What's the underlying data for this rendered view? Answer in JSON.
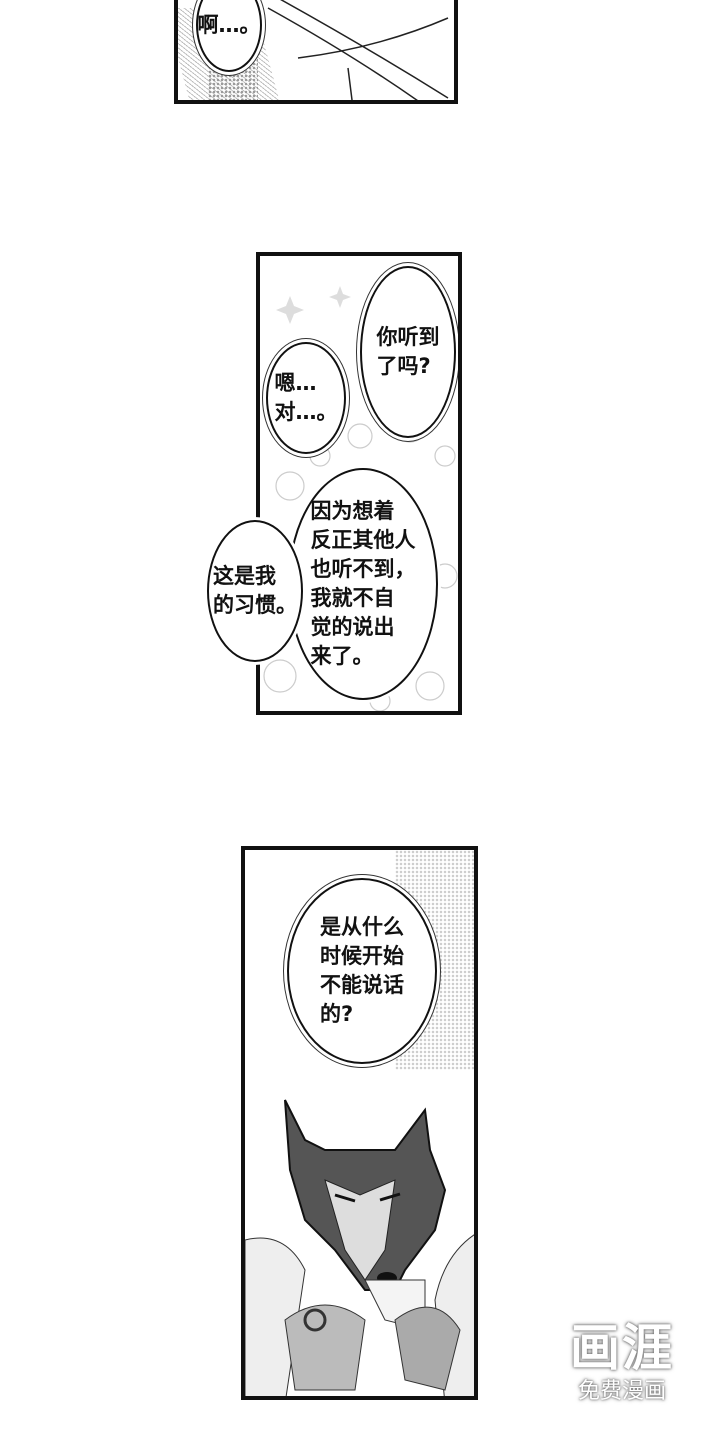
{
  "panels": [
    {
      "bubbles": [
        {
          "text": "啊…。"
        }
      ]
    },
    {
      "bubbles": [
        {
          "text": "你听到\n了吗?"
        },
        {
          "text": "嗯…\n对…。"
        },
        {
          "text": "因为想着\n反正其他人\n也听不到，\n我就不自\n觉的说出\n来了。"
        },
        {
          "text": "这是我\n的习惯。"
        }
      ]
    },
    {
      "bubbles": [
        {
          "text": "是从什么\n时候开始\n不能说话\n的?"
        }
      ]
    }
  ],
  "watermark": {
    "logo": "画涯",
    "subtitle": "免费漫画"
  }
}
